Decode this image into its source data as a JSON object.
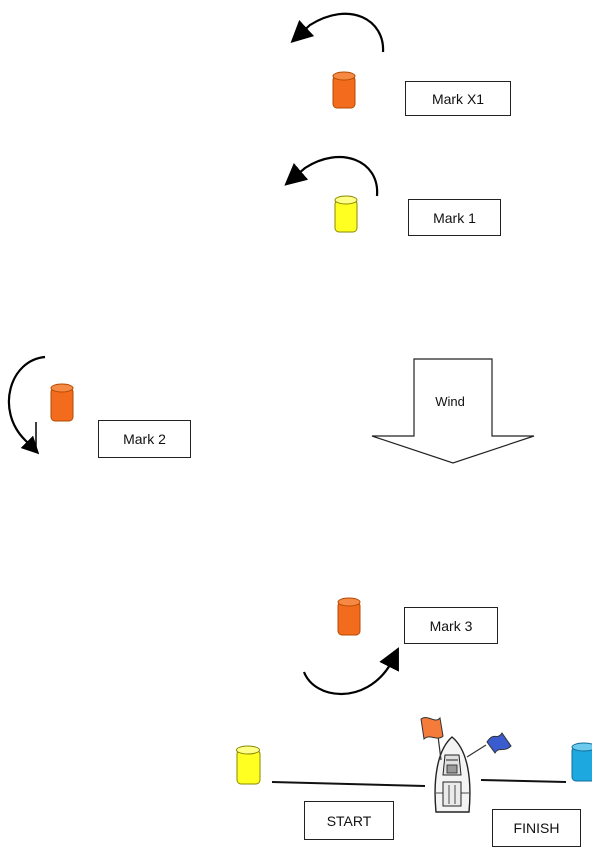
{
  "marks": {
    "mark_x1": {
      "label": "Mark X1",
      "color": "#f36b1c",
      "rounding": "port"
    },
    "mark_1": {
      "label": "Mark 1",
      "color": "#ffff22",
      "rounding": "port"
    },
    "mark_2": {
      "label": "Mark 2",
      "color": "#f36b1c",
      "rounding": "port"
    },
    "mark_3": {
      "label": "Mark 3",
      "color": "#f36b1c",
      "rounding": "port"
    }
  },
  "wind": {
    "label": "Wind",
    "direction": "south"
  },
  "start_line": {
    "label": "START",
    "pin_color": "#ffff22"
  },
  "finish_line": {
    "label": "FINISH",
    "pin_color": "#1ea8e0"
  },
  "committee_boat": {
    "icon": "motorboat-icon",
    "flags": [
      {
        "name": "orange-flag",
        "color": "#f47b3a"
      },
      {
        "name": "blue-flag",
        "color": "#3a5ccf"
      }
    ]
  }
}
